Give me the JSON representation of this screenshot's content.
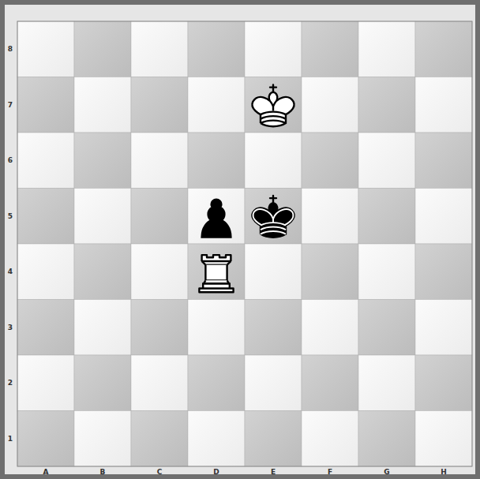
{
  "diagram": {
    "labels": [
      "8",
      "7",
      "6",
      "5",
      "4",
      "3",
      "2",
      "1",
      "A",
      "B",
      "C",
      "D",
      "E",
      "F",
      "G",
      "H"
    ]
  }
}
